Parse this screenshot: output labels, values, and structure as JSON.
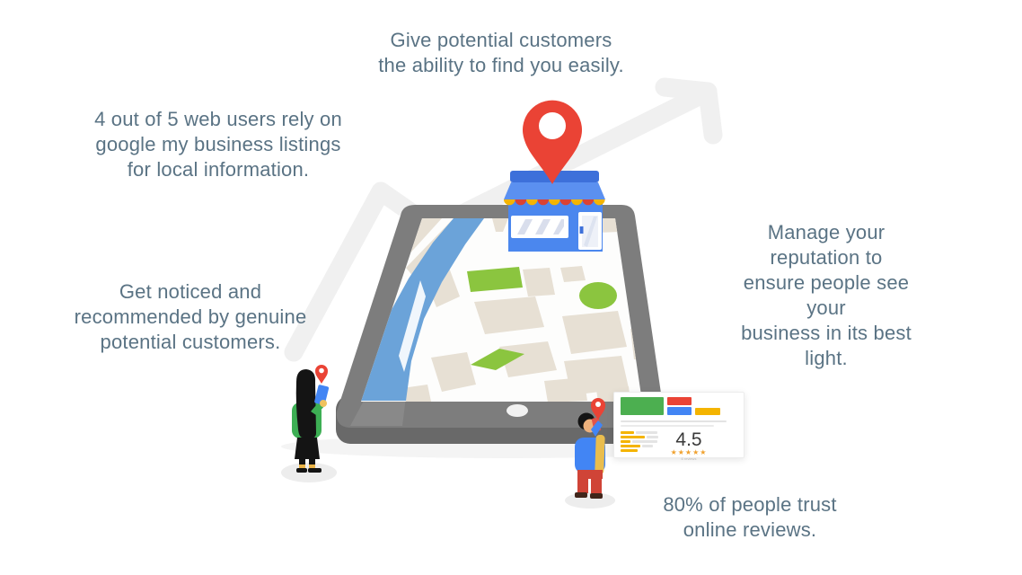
{
  "callouts": {
    "top": {
      "text": "Give potential customers\nthe ability to find you easily."
    },
    "left_upper": {
      "text": "4 out of 5 web users rely on\ngoogle my business listings\nfor local information."
    },
    "left_lower": {
      "text": "Get noticed and\nrecommended by genuine\npotential customers."
    },
    "right": {
      "text": "Manage your reputation to\nensure people see your\nbusiness in its best light."
    },
    "bottom": {
      "text": "80% of people trust\nonline reviews."
    }
  },
  "review_card": {
    "rating": "4.5",
    "stars": "★★★★★",
    "reviews_label": "6 reviews"
  },
  "colors": {
    "text": "#5a7384",
    "google_blue": "#4285f4",
    "google_red": "#ea4335",
    "google_yellow": "#f4b400",
    "google_green": "#4caf50",
    "arrow_gray": "#f0f0f0",
    "tablet_gray": "#7d7d7d",
    "tablet_edge_dark": "#696969",
    "map_block": "#e7e0d4",
    "map_green": "#8bc53f",
    "river_blue": "#6ba3d9",
    "store_blue": "#4b87ee",
    "store_blue_dark": "#3d70da",
    "store_roof_blue": "#5b90f0",
    "awning_red": "#da4234",
    "awning_yellow": "#f4b400",
    "sweater_green": "#3daf54",
    "pants_red": "#d04437",
    "skin_tan": "#edb17c",
    "bag_yellow": "#e9bd4e"
  }
}
